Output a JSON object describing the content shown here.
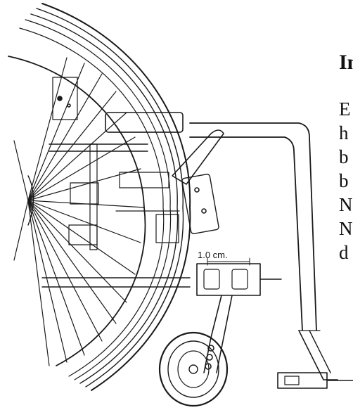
{
  "heading": "In",
  "body_lines": [
    "E",
    "h",
    "b",
    "b",
    "N",
    "N",
    "d"
  ],
  "dimension_label": "1.0 cm."
}
